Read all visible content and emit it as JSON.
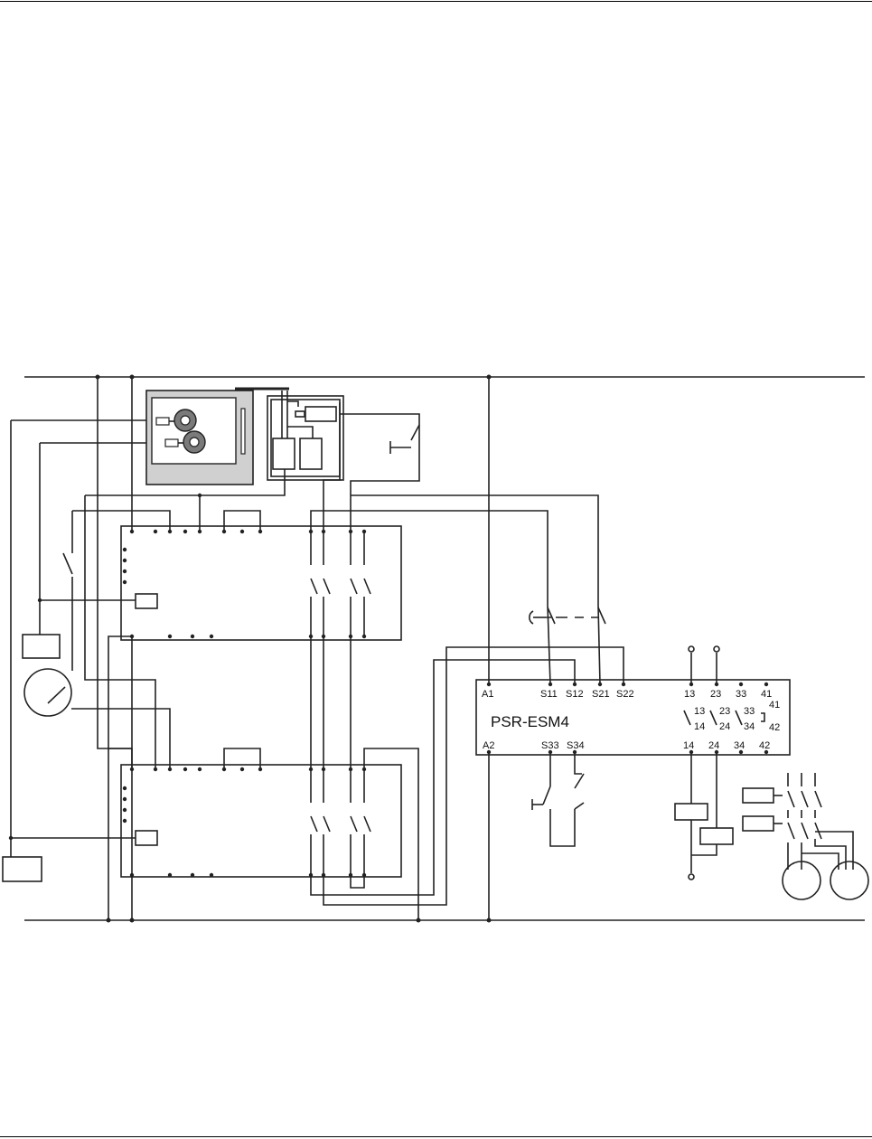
{
  "relay": {
    "name": "PSR-ESM4",
    "top_terminals": [
      "A1",
      "S11",
      "S12",
      "S21",
      "S22",
      "13",
      "23",
      "33",
      "41"
    ],
    "bottom_terminals": [
      "A2",
      "S33",
      "S34",
      "14",
      "24",
      "34",
      "42"
    ],
    "contact_labels": {
      "c13": "13",
      "c14": "14",
      "c23": "23",
      "c24": "24",
      "c33": "33",
      "c34": "34",
      "c41": "41",
      "c42": "42"
    }
  },
  "colors": {
    "line": "#222222",
    "panel_fill": "#d0d0d0",
    "wheel_fill": "#7a7a7a"
  }
}
